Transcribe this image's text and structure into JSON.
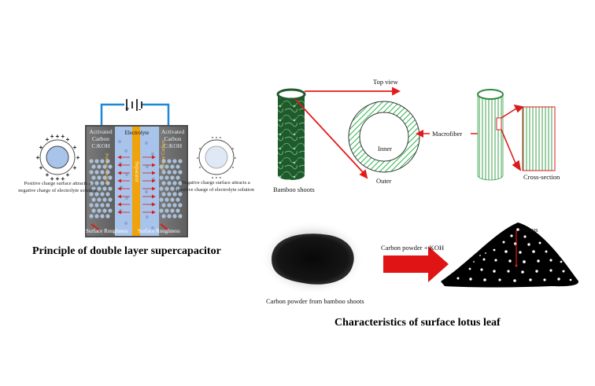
{
  "supercapacitor": {
    "left_electrode": "Activated\nCarbon\nC:KOH",
    "right_electrode": "Activated\nCarbon\nC:KOH",
    "electrolyte": "Electrolyte",
    "separator": "Separator",
    "porous_left": "Porous Carbon",
    "porous_right": "Porous Carbon",
    "roughness_left": "Surface Roughness",
    "roughness_right": "Surface Roughness",
    "plus": "+",
    "minus": "-",
    "positive_note": "Positive charge surface attracts a negative charge of electrolyte solution",
    "negative_note": "Negative charge surface attracts a positive charge of electrolyte solution",
    "caption": "Principle  of double layer supercapacitor"
  },
  "bamboo": {
    "top_view": "Top view",
    "inner": "Inner",
    "outer": "Outer",
    "macrofiber": "Macrofiber",
    "cross_section": "Cross-section",
    "shoots": "Bamboo shoots"
  },
  "lotus": {
    "powder_label": "Carbon powder from bamboo shoots",
    "arrow_label": "Carbon powder + KOH",
    "porous": "Porous",
    "caption": "Characteristics  of surface lotus leaf"
  },
  "colors": {
    "electrode": "#6d6d6d",
    "electrolyte": "#a9c4ea",
    "separator": "#f0a20a",
    "bamboo_green": "#2a7a3a",
    "arrow_red": "#e41a1a",
    "wire": "#1e88d8"
  }
}
